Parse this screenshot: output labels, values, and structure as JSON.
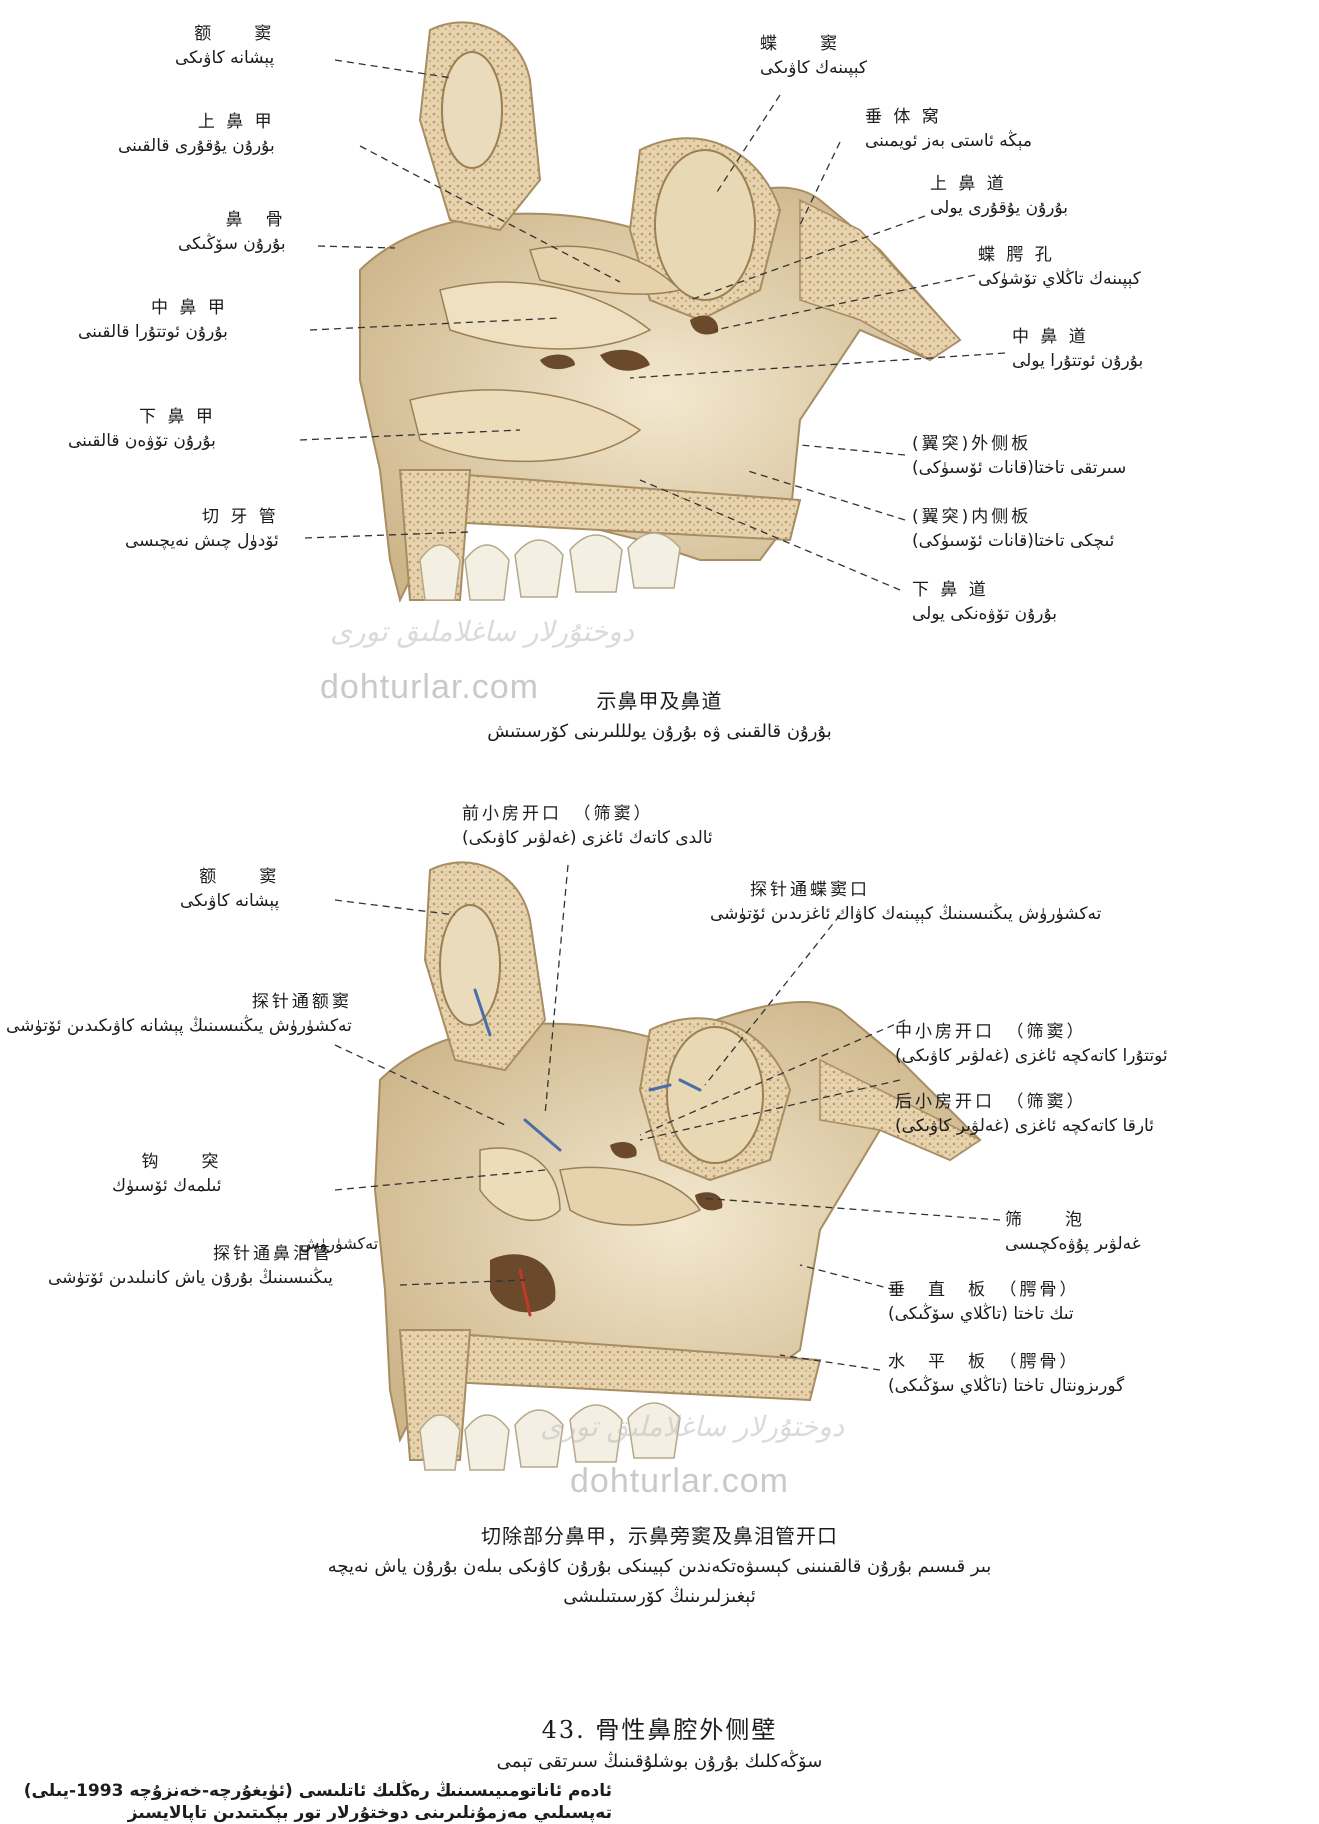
{
  "figure": {
    "number_title": "43.   骨性鼻腔外侧壁",
    "title_ug": "سۆڭەكلىك بۇرۇن بوشلۇقىنىڭ سىرتقى تېمى"
  },
  "top_plate": {
    "caption_zh": "示鼻甲及鼻道",
    "caption_ug": "بۇرۇن قالقىنى ۋە بۇرۇن يولللىرىنى كۆرسىتىش",
    "watermark": "dohturlar.com",
    "watermark_script": "دوختۇرلار ساغلاملىق تورى",
    "labels": [
      {
        "zh": "额　　窦",
        "ug": "پېشانە كاۋىكى"
      },
      {
        "zh": "上 鼻 甲",
        "ug": "بۇرۇن يۇقۇرى قالقىنى"
      },
      {
        "zh": "鼻　骨",
        "ug": "بۇرۇن سۆڭىكى"
      },
      {
        "zh": "中 鼻 甲",
        "ug": "بۇرۇن ئوتتۇرا قالقىنى"
      },
      {
        "zh": "下 鼻 甲",
        "ug": "بۇرۇن تۆۋەن قالقىنى"
      },
      {
        "zh": "切 牙 管",
        "ug": "ئۆدۈل چىش نەيچىسى"
      },
      {
        "zh": "蝶　　窦",
        "ug": "كېپىنەك كاۋىكى"
      },
      {
        "zh": "垂 体 窝",
        "ug": "مېڭە ئاستى بەز ئويمىنى"
      },
      {
        "zh": "上 鼻 道",
        "ug": "بۇرۇن يۇقۇرى يولى"
      },
      {
        "zh": "蝶 腭 孔",
        "ug": "كېپىنەك تاڭلاي تۆشۈكى"
      },
      {
        "zh": "中 鼻 道",
        "ug": "بۇرۇن ئوتتۇرا يولى"
      },
      {
        "zh": "(翼突)外侧板",
        "ug": "(قانات ئۆسىۈكى)سىرتقى تاختا"
      },
      {
        "zh": "(翼突)内侧板",
        "ug": "(قانات ئۆسىۈكى)ئىچكى تاختا"
      },
      {
        "zh": "下 鼻 道",
        "ug": "بۇرۇن تۆۋەنكى يولى"
      }
    ]
  },
  "bottom_plate": {
    "caption_zh": "切除部分鼻甲，示鼻旁窦及鼻泪管开口",
    "caption_ug_1": "بىر قىسىم بۇرۇن قالقىنىنى كېسىۋەتكەندىن كېيىنكى بۇرۇن كاۋىكى بىلەن بۇرۇن ياش نەيچە",
    "caption_ug_2": "ئېغىزلىرىنىڭ كۆرسىتىلىشى",
    "watermark": "dohturlar.com",
    "watermark_script": "دوختۇرلار ساغلاملىق تورى",
    "labels": [
      {
        "zh": "前小房开口　（筛窦）",
        "ug": "ئالدى كاتەك ئاغزى (غەلۋىر كاۋىكى)"
      },
      {
        "zh": "额　　窦",
        "ug": "پېشانە كاۋىكى"
      },
      {
        "zh": "探针通额窦",
        "ug": "تەكشۈرۈش يىڭنىسىنىڭ پېشانە كاۋىكىدىن ئۆتۈشى"
      },
      {
        "zh": "钩　　突",
        "ug": "ئىلمەك ئۆسىۈك"
      },
      {
        "zh": "探针通鼻泪管",
        "ug_pre": "تەكشۈرۈش",
        "ug": "يىڭنىسىنىڭ بۇرۇن ياش كانىلىدىن ئۆتۈشى"
      },
      {
        "zh": "探针通蝶窦口",
        "ug": "تەكشۈرۈش يىڭنىسىنىڭ كېپىنەك كاۋاك ئاغزىدىن ئۆتۈشى"
      },
      {
        "zh": "中小房开口　（筛窦）",
        "ug": "ئوتتۇرا كاتەكچە ئاغزى (غەلۋىر كاۋىكى)"
      },
      {
        "zh": "后小房开口　（筛窦）",
        "ug": "ئارقا كاتەكچە ئاغزى (غەلۋىر كاۋىكى)"
      },
      {
        "zh": "筛　　泡",
        "ug": "غەلۋىر پۇۋەكچىسى"
      },
      {
        "zh": "垂　直　板　（腭骨）",
        "ug": "تىك تاختا (تاڭلاي سۆڭىكى)"
      },
      {
        "zh": "水　平　板　（腭骨）",
        "ug": "گورىزونتال تاختا (تاڭلاي سۆڭىكى)"
      }
    ]
  },
  "footer": {
    "line1": "ئادەم ئاناتومىيىسىنىڭ رەڭلىك ئاتلىسى (ئۈيغۇرچە-خەنزۇچە 1993-يىلى)",
    "line2": "تەپسىلىي مەزمۇنلىرىنى دوختۇرلار تور بېكىتىدىن تاپالايسىز"
  },
  "colors": {
    "bone": "#efe2c3",
    "bone_shadow": "#c9b48c",
    "marrow": "#d8c3a0",
    "cavity": "#6b4a2c",
    "probe": "#4a6fa8",
    "probe_red": "#c0392b",
    "leader": "#333333"
  }
}
